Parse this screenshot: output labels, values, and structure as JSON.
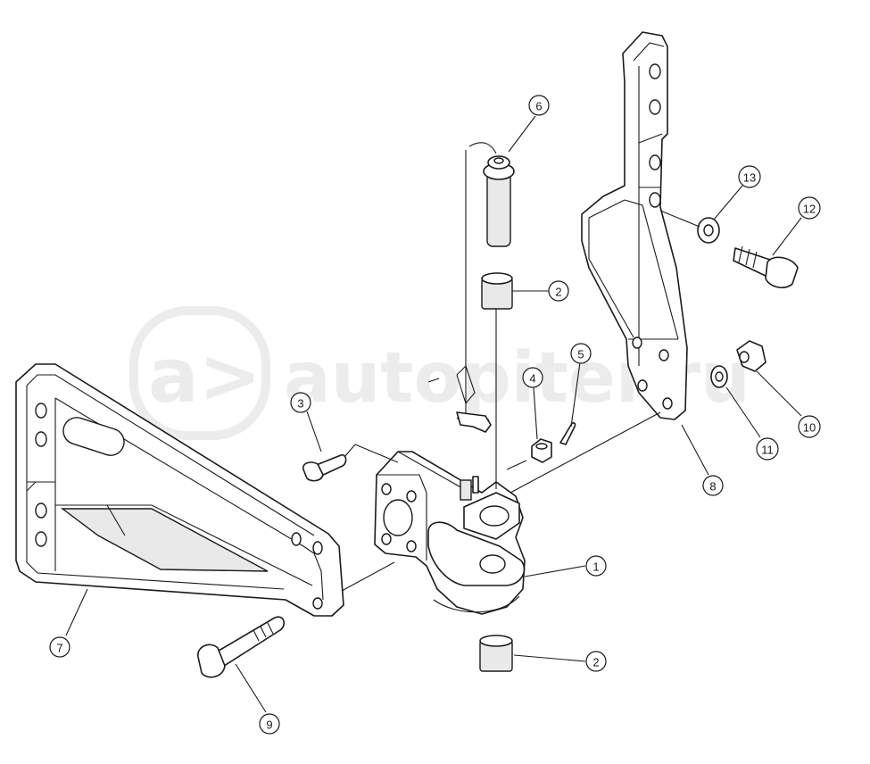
{
  "watermark": {
    "logo_mark": "a>",
    "text": "autopiter.ru"
  },
  "callouts": [
    {
      "id": "callout-1",
      "label": "1"
    },
    {
      "id": "callout-2-top",
      "label": "2"
    },
    {
      "id": "callout-2-bottom",
      "label": "2"
    },
    {
      "id": "callout-3",
      "label": "3"
    },
    {
      "id": "callout-4",
      "label": "4"
    },
    {
      "id": "callout-5",
      "label": "5"
    },
    {
      "id": "callout-6",
      "label": "6"
    },
    {
      "id": "callout-7",
      "label": "7"
    },
    {
      "id": "callout-8",
      "label": "8"
    },
    {
      "id": "callout-9",
      "label": "9"
    },
    {
      "id": "callout-10",
      "label": "10"
    },
    {
      "id": "callout-11",
      "label": "11"
    },
    {
      "id": "callout-12",
      "label": "12"
    },
    {
      "id": "callout-13",
      "label": "13"
    }
  ],
  "colors": {
    "line": "#1a1a1a",
    "watermark": "#ececec",
    "background": "#ffffff"
  }
}
